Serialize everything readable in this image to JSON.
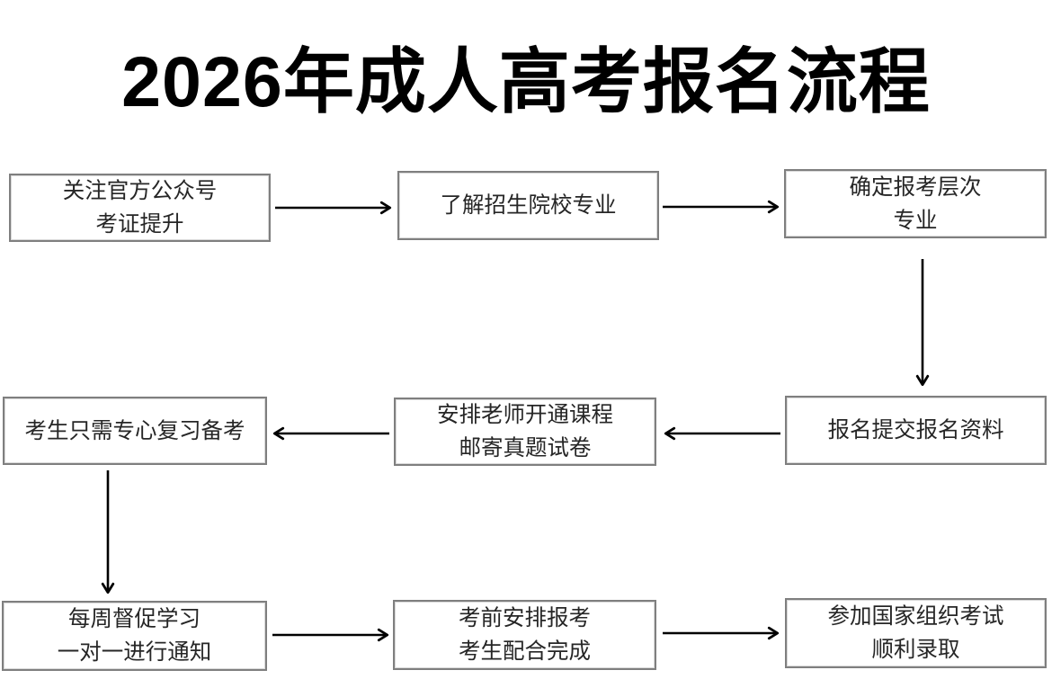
{
  "title": "2026年成人高考报名流程",
  "colors": {
    "background": "#ffffff",
    "title_text": "#000000",
    "box_border": "#7f7f7f",
    "box_text": "#262626",
    "arrow": "#000000"
  },
  "steps": [
    {
      "id": 1,
      "lines": [
        "关注官方公众号",
        "考证提升"
      ]
    },
    {
      "id": 2,
      "lines": [
        "了解招生院校专业"
      ]
    },
    {
      "id": 3,
      "lines": [
        "确定报考层次",
        "专业"
      ]
    },
    {
      "id": 4,
      "lines": [
        "报名提交报名资料"
      ]
    },
    {
      "id": 5,
      "lines": [
        "安排老师开通课程",
        "邮寄真题试卷"
      ]
    },
    {
      "id": 6,
      "lines": [
        "考生只需专心复习备考"
      ]
    },
    {
      "id": 7,
      "lines": [
        "每周督促学习",
        "一对一进行通知"
      ]
    },
    {
      "id": 8,
      "lines": [
        "考前安排报考",
        "考生配合完成"
      ]
    },
    {
      "id": 9,
      "lines": [
        "参加国家组织考试",
        "顺利录取"
      ]
    }
  ],
  "connections": [
    {
      "from": 1,
      "to": 2,
      "direction": "right"
    },
    {
      "from": 2,
      "to": 3,
      "direction": "right"
    },
    {
      "from": 3,
      "to": 4,
      "direction": "down"
    },
    {
      "from": 4,
      "to": 5,
      "direction": "left"
    },
    {
      "from": 5,
      "to": 6,
      "direction": "left"
    },
    {
      "from": 6,
      "to": 7,
      "direction": "down"
    },
    {
      "from": 7,
      "to": 8,
      "direction": "right"
    },
    {
      "from": 8,
      "to": 9,
      "direction": "right"
    }
  ]
}
